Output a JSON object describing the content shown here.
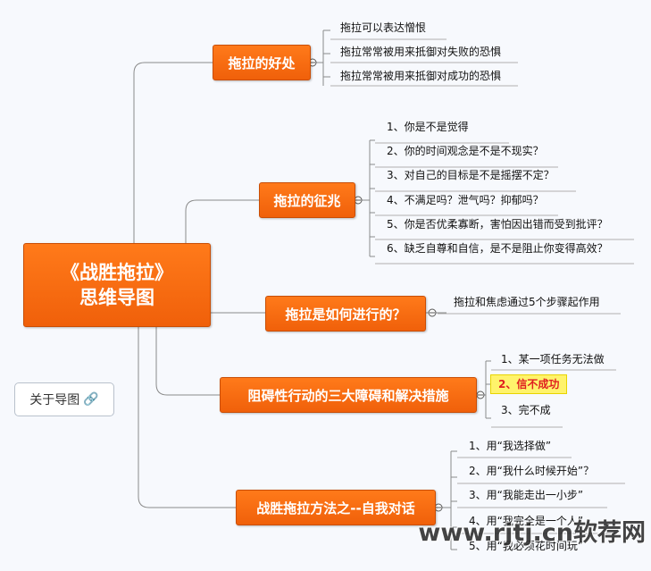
{
  "central": {
    "title": "《战胜拖拉》",
    "subtitle": "思维导图"
  },
  "branches": [
    {
      "label": "拖拉的好处",
      "leaves": [
        "拖拉可以表达憎恨",
        "拖拉常常被用来抵御对失败的恐惧",
        "拖拉常常被用来抵御对成功的恐惧"
      ]
    },
    {
      "label": "拖拉的征兆",
      "leaves": [
        "1、你是不是觉得",
        "2、你的时间观念是不是不现实？",
        "3、对自己的目标是不是摇摆不定？",
        "4、不满足吗？泄气吗？抑郁吗？",
        "5、你是否优柔寡断，害怕因出错而受到批评？",
        "6、缺乏自尊和自信，是不是阻止你变得高效？"
      ]
    },
    {
      "label": "拖拉是如何进行的？",
      "leaves": [
        "拖拉和焦虑通过5个步骤起作用"
      ]
    },
    {
      "label": "阻碍性行动的三大障碍和解决措施",
      "leaves": [
        "1、某一项任务无法做",
        "2、信不成功",
        "3、完不成"
      ]
    },
    {
      "label": "战胜拖拉方法之--自我对话",
      "leaves": [
        "1、用“我选择做”",
        "2、用“我什么时候开始”？",
        "3、用“我能走出一小步”",
        "4、用“我完全是一个人”",
        "5、用“我必须花时间玩”"
      ]
    }
  ],
  "about_button": {
    "label": "关于导图",
    "icon": "link-icon"
  },
  "watermark": "www.rjtj.cn软荐网",
  "colors": {
    "node": "#f26a10",
    "highlight": "#fff36b",
    "highlight_text": "#e02020",
    "line": "#8a8a8a"
  }
}
